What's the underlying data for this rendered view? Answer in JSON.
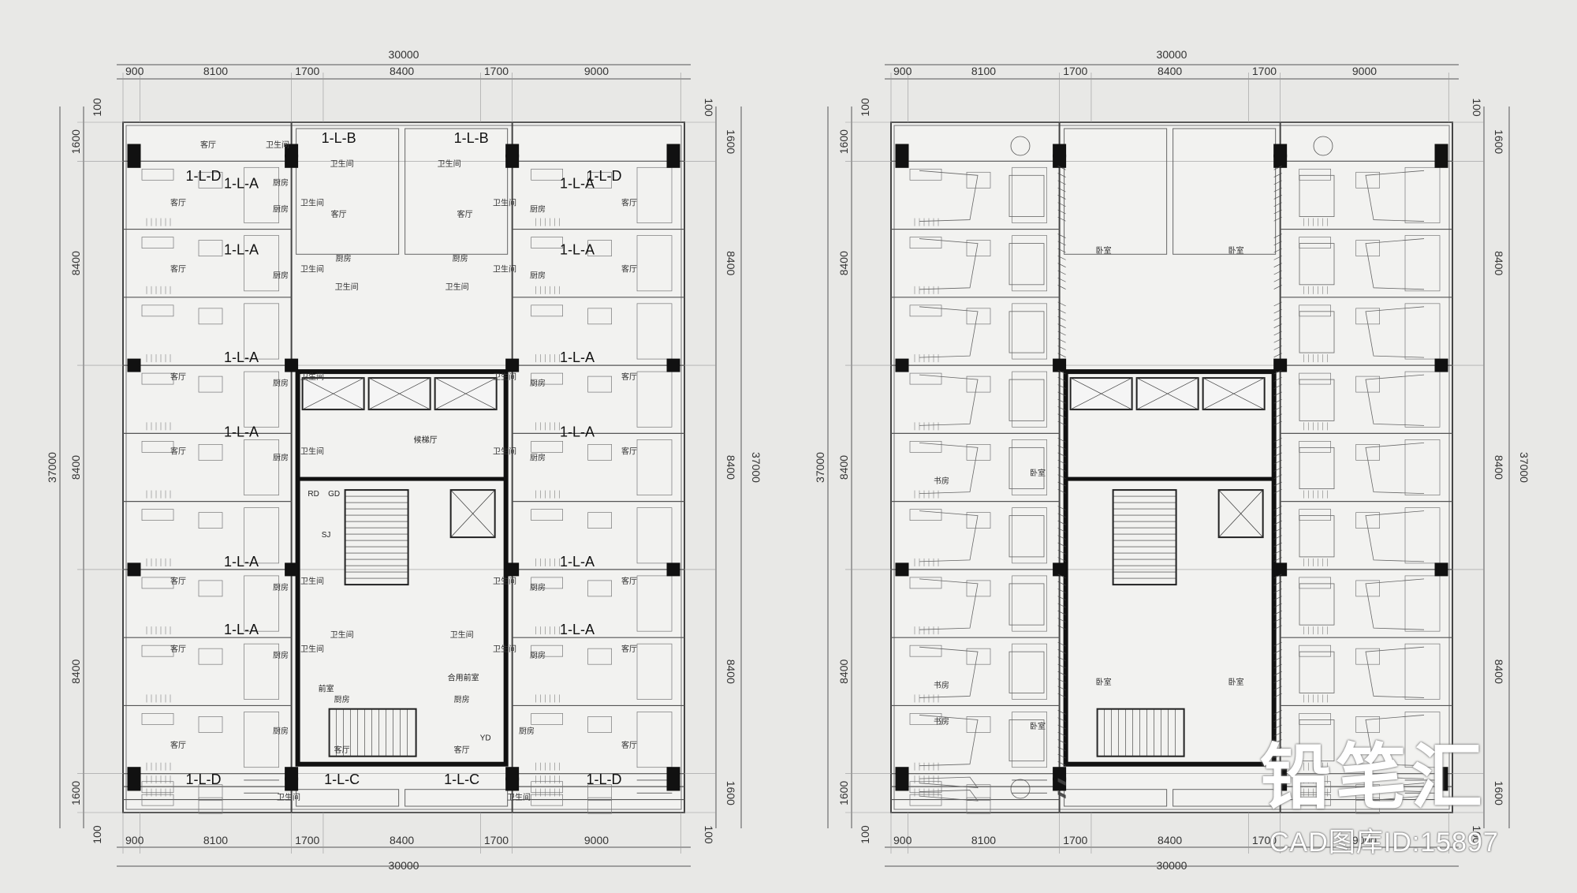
{
  "plan_left": {
    "top_total": "30000",
    "top_segments": [
      "900",
      "8100",
      "1700",
      "8400",
      "1700",
      "9000"
    ],
    "edge_small": "100",
    "side_total": "37000",
    "side_segments": [
      "1600",
      "8400",
      "8400",
      "8400",
      "1600"
    ],
    "rooms": {
      "toilet": "卫生间",
      "living": "客厅",
      "kitchen": "厨房",
      "lift_hall": "候梯厅",
      "anteroom": "前室",
      "shared_anteroom": "合用前室",
      "rd": "RD",
      "gd": "GD",
      "sj": "SJ",
      "yd": "YD"
    },
    "unit_labels": {
      "d": "1-L-D",
      "b": "1-L-B",
      "a": "1-L-A",
      "c": "1-L-C"
    }
  },
  "plan_right": {
    "top_total": "30000",
    "top_segments": [
      "900",
      "8100",
      "1700",
      "8400",
      "1700",
      "9000"
    ],
    "edge_small": "100",
    "side_total": "37000",
    "side_segments": [
      "1600",
      "8400",
      "8400",
      "8400",
      "1600"
    ],
    "rooms": {
      "bedroom": "卧室",
      "study": "书房"
    }
  },
  "watermark": {
    "logo": "铅笔汇",
    "cad_id": "CAD图库ID:15897"
  }
}
